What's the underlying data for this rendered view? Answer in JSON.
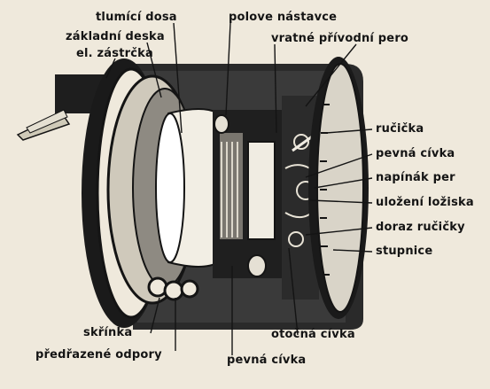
{
  "labels": {
    "damping_box": "tlumící dosa",
    "base_plate": "základní deska",
    "el_plug": "el. zástrčka",
    "pole_pieces": "polove nástavce",
    "return_lead_spring": "vratné přívodní pero",
    "pointer": "ručička",
    "fixed_coil_right": "pevná cívka",
    "spring_tensioner": "napínák per",
    "bearing_mount": "uložení ložiska",
    "pointer_stop": "doraz ručičky",
    "scale": "stupnice",
    "case": "skřínka",
    "series_resistors": "předřazené odpory",
    "moving_coil": "otočná cívka",
    "fixed_coil_bottom": "pevná cívka"
  },
  "colors": {
    "paper": "#efe9dc",
    "ink": "#141414",
    "mid": "#6d6a63",
    "light": "#d9d4c8"
  }
}
